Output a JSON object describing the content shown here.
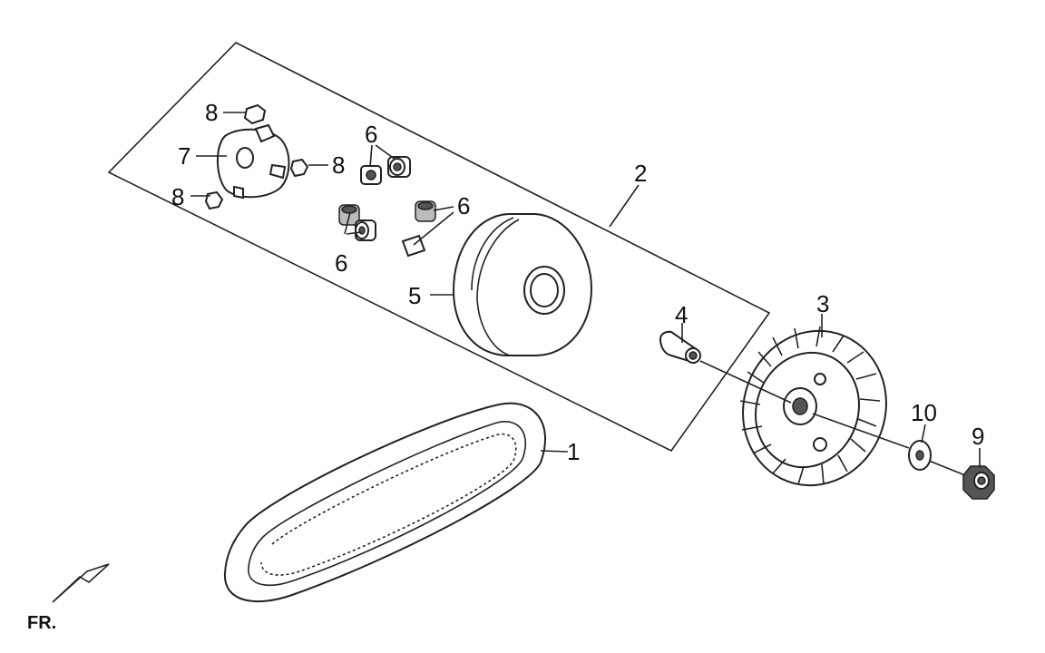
{
  "callouts": {
    "c1": "1",
    "c2": "2",
    "c3": "3",
    "c4": "4",
    "c5": "5",
    "c6a": "6",
    "c6b": "6",
    "c6c": "6",
    "c7": "7",
    "c8a": "8",
    "c8b": "8",
    "c8c": "8",
    "c9": "9",
    "c10": "10"
  },
  "orientation": {
    "label": "FR."
  },
  "colors": {
    "line": "#222222",
    "background": "#ffffff"
  }
}
